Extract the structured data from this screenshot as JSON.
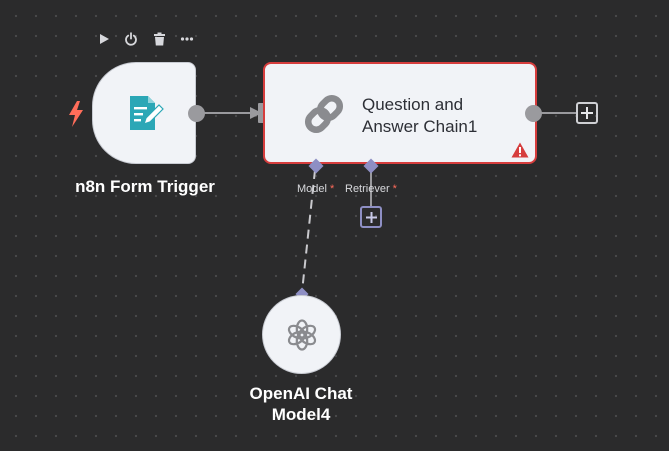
{
  "toolbar": {
    "icons": [
      "play-icon",
      "power-icon",
      "trash-icon",
      "more-icon"
    ]
  },
  "nodes": {
    "form_trigger": {
      "label": "n8n Form Trigger",
      "icon": "form-edit-icon",
      "trigger_icon": "lightning-icon",
      "accent": "#ff6d5a",
      "icon_color": "#2ba7b6"
    },
    "qa_chain": {
      "title_line1": "Question and",
      "title_line2": "Answer Chain1",
      "icon": "link-icon",
      "status_icon": "warning-icon",
      "border_color": "#d63d3d"
    },
    "openai_model": {
      "label_line1": "OpenAI Chat",
      "label_line2": "Model4",
      "icon": "openai-icon"
    }
  },
  "ports": {
    "model": {
      "label": "Model",
      "required": "*"
    },
    "retriever": {
      "label": "Retriever",
      "required": "*"
    }
  },
  "colors": {
    "canvas": "#2b2b2c",
    "connector": "#9a9a9e",
    "port_diamond": "#8e8fc4",
    "required": "#ff6b5b"
  }
}
